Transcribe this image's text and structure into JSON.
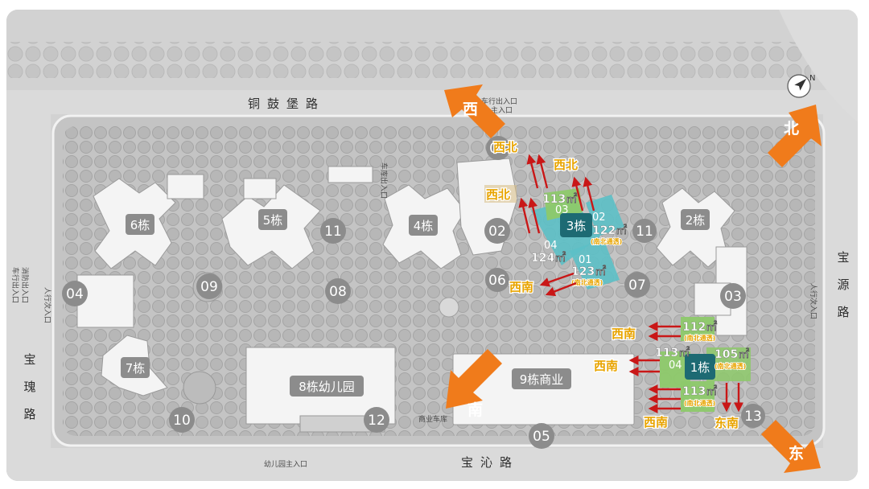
{
  "roads": {
    "north": "铜鼓堡路",
    "south": "宝沁路",
    "east": "宝源路",
    "west": "宝瑰路"
  },
  "entrances": {
    "north_gate": "车行出入口",
    "north_main": "主入口",
    "north_side": "车库出入口",
    "west_gate": "车行出入口",
    "west_fire": "消防出入口",
    "west_ped": "人行次入口",
    "east_ped": "人行次入口",
    "south_kinder": "幼儿园主入口",
    "south_commercial": "商业车库"
  },
  "buildings": [
    {
      "id": "b6",
      "label": "6栋"
    },
    {
      "id": "b5",
      "label": "5栋"
    },
    {
      "id": "b4",
      "label": "4栋"
    },
    {
      "id": "b2",
      "label": "2栋"
    },
    {
      "id": "b7",
      "label": "7栋"
    },
    {
      "id": "b8",
      "label": "8栋幼儿园"
    },
    {
      "id": "b9",
      "label": "9栋商业"
    }
  ],
  "highlight_buildings": [
    {
      "id": "b3",
      "label": "3栋"
    },
    {
      "id": "b1",
      "label": "1栋"
    }
  ],
  "zones": [
    "01",
    "02",
    "03",
    "04",
    "05",
    "06",
    "07",
    "08",
    "09",
    "10",
    "11",
    "11",
    "12",
    "13"
  ],
  "units": {
    "b3_03": {
      "code": "03",
      "area": "113㎡"
    },
    "b3_02": {
      "code": "02",
      "area": "122㎡",
      "note": "(南北通透)"
    },
    "b3_04": {
      "code": "04",
      "area": "124㎡"
    },
    "b3_01": {
      "code": "01",
      "area": "123㎡",
      "note": "(南北通透)"
    },
    "b1_112": {
      "area": "112㎡",
      "note": "(南北通透)"
    },
    "b1_113a": {
      "area": "113㎡"
    },
    "b1_04": {
      "code": "04"
    },
    "b1_105": {
      "area": "105㎡",
      "note": "(南北通透)"
    },
    "b1_113b": {
      "area": "113㎡",
      "note": "(南北通透)"
    }
  },
  "orientations": {
    "b3_nw_top": "西北",
    "b3_nw_right": "西北",
    "b3_nw_left": "西北",
    "b3_sw": "西南",
    "b1_sw_1": "西南",
    "b1_sw_2": "西南",
    "b1_sw_3": "西南",
    "b1_se": "东南"
  },
  "directions": {
    "west": "西",
    "north": "北",
    "south": "南",
    "east": "东"
  },
  "compass_letter": "N",
  "colors": {
    "background": "#cfcfcf",
    "pill": "#8c8c8c",
    "highlight_teal": "#1d6a73",
    "unit_cyan": "#5cc0c7",
    "unit_green": "#8dc96a",
    "arrow_red": "#c91717",
    "direction_orange": "#f07b1b",
    "orientation_text": "#e8a400"
  }
}
